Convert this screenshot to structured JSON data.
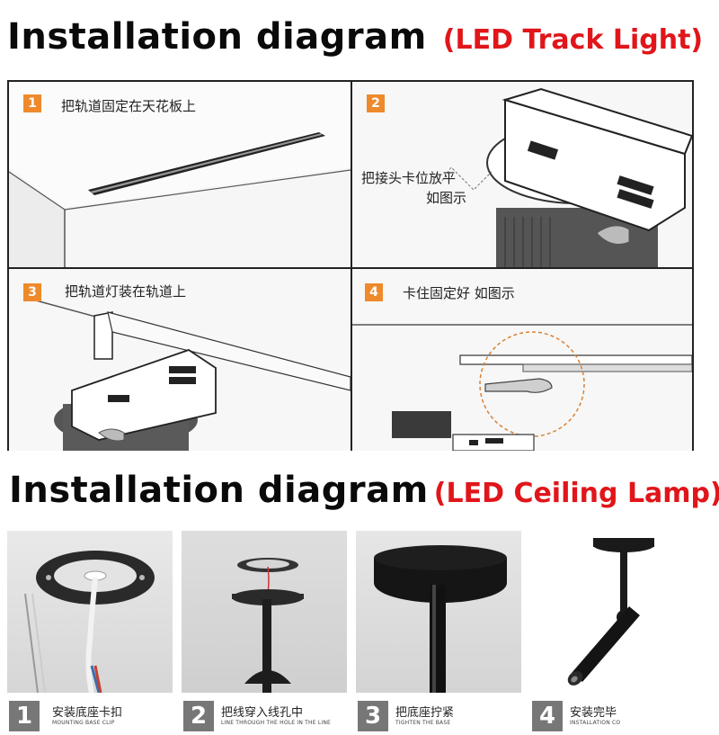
{
  "titles": {
    "track": {
      "main": "Installation diagram",
      "sub": "(LED Track Light)"
    },
    "ceiling": {
      "main": "Installation diagram",
      "sub": "(LED Ceiling Lamp)"
    }
  },
  "track_steps": [
    {
      "number": "1",
      "caption": "把轨道固定在天花板上"
    },
    {
      "number": "2",
      "caption_line1": "把接头卡位放平",
      "caption_line2": "如图示"
    },
    {
      "number": "3",
      "caption": "把轨道灯装在轨道上"
    },
    {
      "number": "4",
      "caption": "卡住固定好  如图示"
    }
  ],
  "ceiling_steps": [
    {
      "number": "1",
      "caption": "安装底座卡扣",
      "subcaption": "MOUNTING BASE CLIP"
    },
    {
      "number": "2",
      "caption": "把线穿入线孔中",
      "subcaption": "LINE THROUGH THE HOLE IN THE LINE"
    },
    {
      "number": "3",
      "caption": "把底座拧紧",
      "subcaption": "TIGHTEN THE BASE"
    },
    {
      "number": "4",
      "caption": "安装完毕",
      "subcaption": "INSTALLATION CO"
    }
  ],
  "colors": {
    "accent": "#e0161a",
    "badge": "#ee8a2c",
    "frame": "#222222",
    "number_box": "#777777"
  }
}
